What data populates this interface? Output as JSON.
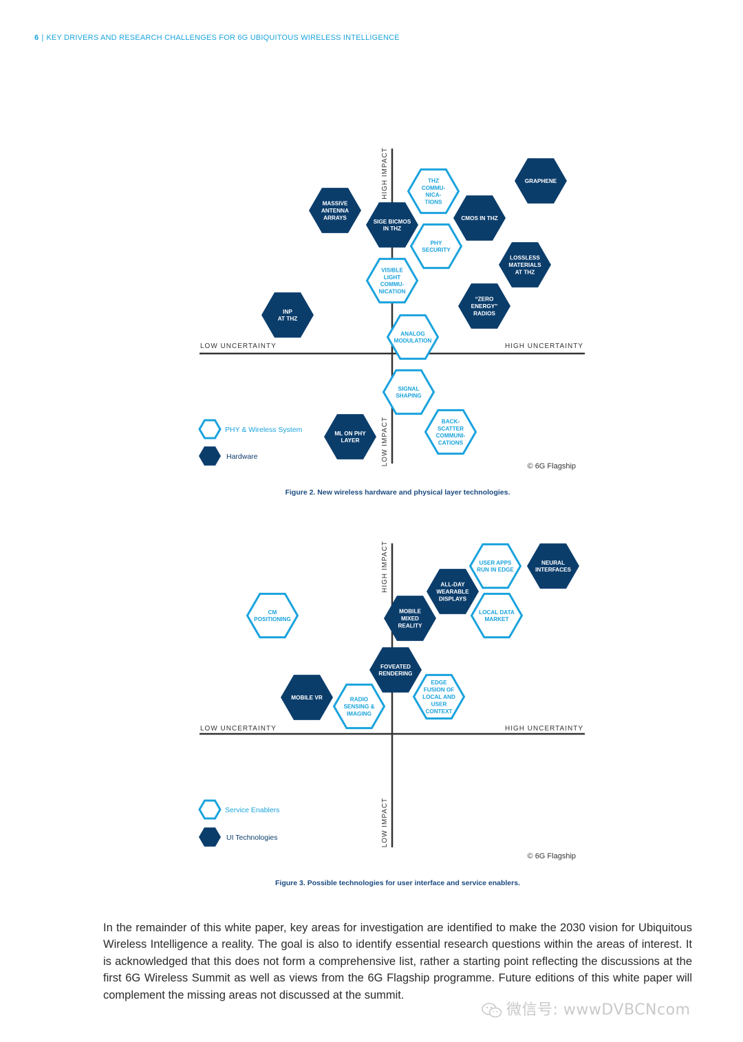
{
  "header": {
    "page_number": "6",
    "separator": "|",
    "title": "KEY DRIVERS AND RESEARCH CHALLENGES FOR 6G UBIQUITOUS WIRELESS INTELLIGENCE"
  },
  "colors": {
    "dark": "#0b3d6b",
    "light": "#1aa3dd",
    "axis": "#333333",
    "accent": "#1aa3dd"
  },
  "figure2": {
    "axis_labels": {
      "high_impact": "HIGH IMPACT",
      "low_impact": "LOW IMPACT",
      "low_uncertainty": "LOW UNCERTAINTY",
      "high_uncertainty": "HIGH UNCERTAINTY"
    },
    "legend": [
      {
        "label": "PHY & Wireless System",
        "style": "outline"
      },
      {
        "label": "Hardware",
        "style": "filled"
      }
    ],
    "copyright": "© 6G Flagship",
    "caption": "Figure 2. New wireless hardware and physical layer technologies.",
    "technologies": [
      {
        "label": [
          "THZ",
          "COMMU-",
          "NICA-",
          "TIONS"
        ],
        "style": "outline"
      },
      {
        "label": [
          "GRAPHENE"
        ],
        "style": "filled"
      },
      {
        "label": [
          "MASSIVE",
          "ANTENNA",
          "ARRAYS"
        ],
        "style": "filled"
      },
      {
        "label": [
          "SIGE BICMOS",
          "IN THZ"
        ],
        "style": "filled"
      },
      {
        "label": [
          "CMOS IN THZ"
        ],
        "style": "filled"
      },
      {
        "label": [
          "PHY",
          "SECURITY"
        ],
        "style": "outline"
      },
      {
        "label": [
          "LOSSLESS",
          "MATERIALS",
          "AT THZ"
        ],
        "style": "filled"
      },
      {
        "label": [
          "VISIBLE",
          "LIGHT",
          "COMMU-",
          "NICATION"
        ],
        "style": "outline"
      },
      {
        "label": [
          "“ZERO",
          "ENERGY”",
          "RADIOS"
        ],
        "style": "filled"
      },
      {
        "label": [
          "INP",
          "AT THZ"
        ],
        "style": "filled"
      },
      {
        "label": [
          "ANALOG",
          "MODULATION"
        ],
        "style": "outline"
      },
      {
        "label": [
          "SIGNAL",
          "SHAPING"
        ],
        "style": "outline"
      },
      {
        "label": [
          "ML ON PHY",
          "LAYER"
        ],
        "style": "filled"
      },
      {
        "label": [
          "BACK-",
          "SCATTER",
          "COMMUNI-",
          "CATIONS"
        ],
        "style": "outline"
      }
    ]
  },
  "figure3": {
    "axis_labels": {
      "high_impact": "HIGH IMPACT",
      "low_impact": "LOW IMPACT",
      "low_uncertainty": "LOW UNCERTAINTY",
      "high_uncertainty": "HIGH UNCERTAINTY"
    },
    "legend": [
      {
        "label": "Service Enablers",
        "style": "outline"
      },
      {
        "label": "UI Technologies",
        "style": "filled"
      }
    ],
    "copyright": "© 6G Flagship",
    "caption": "Figure 3. Possible technologies for user interface and service enablers.",
    "technologies": [
      {
        "label": [
          "USER APPS",
          "RUN IN EDGE"
        ],
        "style": "outline"
      },
      {
        "label": [
          "NEURAL",
          "INTERFACES"
        ],
        "style": "filled"
      },
      {
        "label": [
          "ALL-DAY",
          "WEARABLE",
          "DISPLAYS"
        ],
        "style": "filled"
      },
      {
        "label": [
          "CM",
          "POSITIONING"
        ],
        "style": "outline"
      },
      {
        "label": [
          "MOBILE",
          "MIXED",
          "REALITY"
        ],
        "style": "filled"
      },
      {
        "label": [
          "LOCAL DATA",
          "MARKET"
        ],
        "style": "outline"
      },
      {
        "label": [
          "FOVEATED",
          "RENDERING"
        ],
        "style": "filled"
      },
      {
        "label": [
          "EDGE",
          "FUSION OF",
          "LOCAL AND",
          "USER",
          "CONTEXT"
        ],
        "style": "outline"
      },
      {
        "label": [
          "MOBILE VR"
        ],
        "style": "filled"
      },
      {
        "label": [
          "RADIO",
          "SENSING &",
          "IMAGING"
        ],
        "style": "outline"
      }
    ]
  },
  "body_text": "In the remainder of this white paper, key areas for investigation are identified to make the 2030 vision for Ubiquitous Wireless Intelligence a reality. The goal is also to identify essential research questions within the areas of interest. It is acknowledged that this does not form a comprehensive list, rather a starting point reflecting the discussions at the first 6G Wireless Summit as well as views from the 6G Flagship programme. Future editions of this white paper will complement the missing areas not discussed at the summit.",
  "watermark": "微信号: wwwDVBCNcom"
}
